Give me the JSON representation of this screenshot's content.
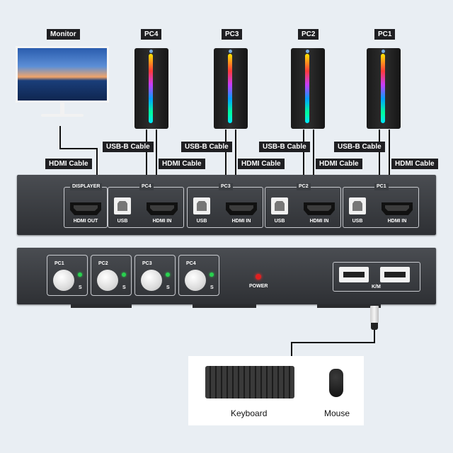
{
  "devices": {
    "monitor": "Monitor",
    "pcs": [
      "PC4",
      "PC3",
      "PC2",
      "PC1"
    ]
  },
  "cables": {
    "hdmi": "HDMI Cable",
    "usb_b": "USB-B Cable"
  },
  "back_panel": {
    "displayer": "DISPLAYER",
    "hdmi_out": "HDMI OUT",
    "groups": [
      {
        "title": "PC4",
        "usb": "USB",
        "hdmi_in": "HDMI IN"
      },
      {
        "title": "PC3",
        "usb": "USB",
        "hdmi_in": "HDMI IN"
      },
      {
        "title": "PC2",
        "usb": "USB",
        "hdmi_in": "HDMI IN"
      },
      {
        "title": "PC1",
        "usb": "USB",
        "hdmi_in": "HDMI IN"
      }
    ]
  },
  "front_panel": {
    "buttons": [
      {
        "label": "PC1",
        "led": "S"
      },
      {
        "label": "PC2",
        "led": "S"
      },
      {
        "label": "PC3",
        "led": "S"
      },
      {
        "label": "PC4",
        "led": "S"
      }
    ],
    "power": "POWER",
    "km": "K/M"
  },
  "peripherals": {
    "keyboard": "Keyboard",
    "mouse": "Mouse"
  }
}
